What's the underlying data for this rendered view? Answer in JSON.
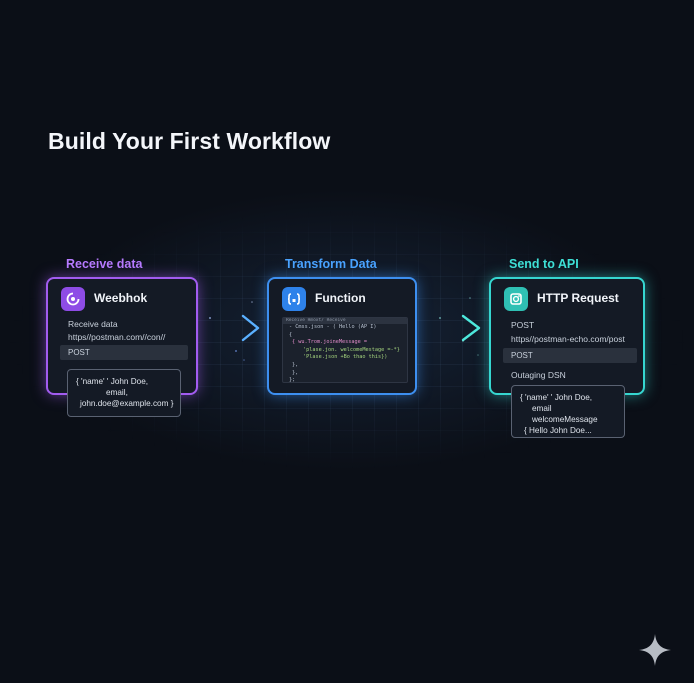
{
  "title": "Build Your First Workflow",
  "steps": [
    {
      "label": "Receive data",
      "node_title": "Weebhok",
      "icon": "webhook-icon",
      "lines": [
        "Receive data",
        "https//postman.com//con//"
      ],
      "method": "POST",
      "json": [
        "{  'name' ' John Doe,",
        "email,",
        "john.doe@example.com }"
      ]
    },
    {
      "label": "Transform Data",
      "node_title": "Function",
      "icon": "function-icon",
      "code_header": "Receive Hmoxt/ Receive",
      "code": [
        "- Cmss.json - ( Hello (AP I)",
        "{",
        "{ wu.Trom.joineMessage  =",
        "'plase.jon. welcomeMestage  =-*}",
        "'Plase.json +Bo thao this})",
        "},",
        "},",
        "};"
      ]
    },
    {
      "label": "Send to API",
      "node_title": "HTTP Request",
      "icon": "http-request-icon",
      "lines": [
        "POST",
        "https//postman-echo.com/post"
      ],
      "method": "POST",
      "footer": "Outaging DSN",
      "json": [
        "{  'name' ' John Doe,",
        "email",
        "welcomeMessage",
        "{ Hello John Doe..."
      ]
    }
  ],
  "colors": {
    "step1": "#a25cf0",
    "step2": "#3d8ff0",
    "step3": "#36d6d0",
    "background": "#0b0f17"
  }
}
